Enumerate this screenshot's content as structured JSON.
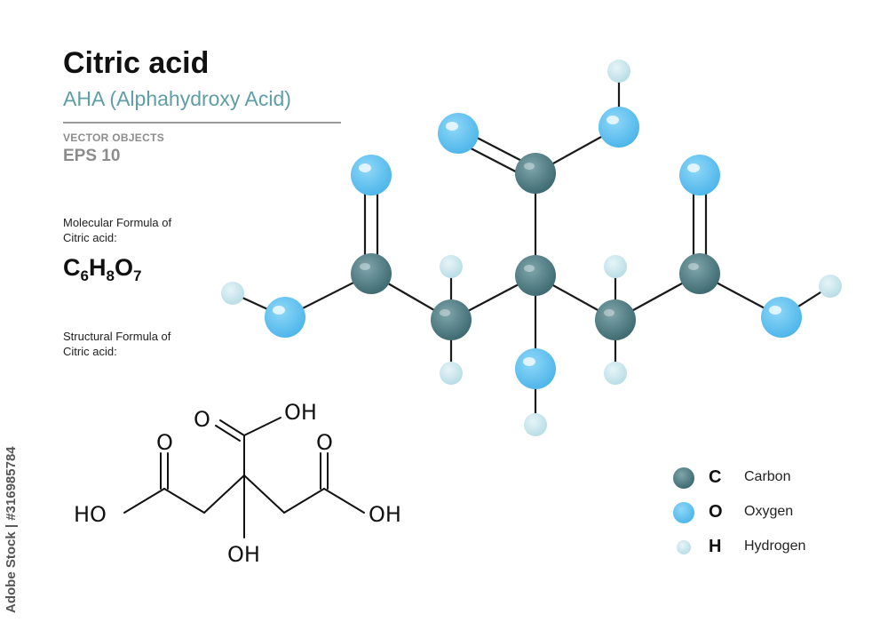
{
  "header": {
    "title": "Citric acid",
    "subtitle": "AHA  (Alphahydroxy Acid)",
    "vector_label": "VECTOR OBJECTS",
    "eps_label": "EPS 10"
  },
  "molecular": {
    "label_line1": "Molecular Formula of",
    "label_line2": "Citric acid:",
    "formula": {
      "c": "C",
      "c_count": "6",
      "h": "H",
      "h_count": "8",
      "o": "O",
      "o_count": "7"
    }
  },
  "structural": {
    "label_line1": "Structural  Formula of",
    "label_line2": "Citric acid:",
    "groups": {
      "top_o": "O",
      "top_oh": "OH",
      "left_o": "O",
      "right_o": "O",
      "left_ho": "HO",
      "right_oh": "OH",
      "center_oh": "OH"
    }
  },
  "legend": [
    {
      "symbol": "C",
      "name": "Carbon",
      "color": "#4d7b82"
    },
    {
      "symbol": "O",
      "name": "Oxygen",
      "color": "#6cc6f2"
    },
    {
      "symbol": "H",
      "name": "Hydrogen",
      "color": "#c7e6ee"
    }
  ],
  "stock_id": "Adobe Stock | #316985784"
}
